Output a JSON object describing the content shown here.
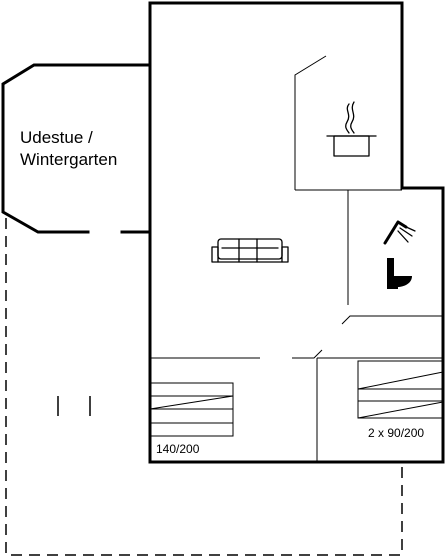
{
  "rooms": {
    "conservatory": {
      "line1": "Udestue /",
      "line2": "Wintergarten"
    },
    "bedroom_double": {
      "bed_size": "140/200"
    },
    "bedroom_twin": {
      "bed_size": "2 x 90/200"
    }
  },
  "icons": {
    "kitchen": "cooking-pot-icon",
    "living": "sofa-icon",
    "shower": "shower-icon",
    "toilet": "toilet-icon"
  }
}
